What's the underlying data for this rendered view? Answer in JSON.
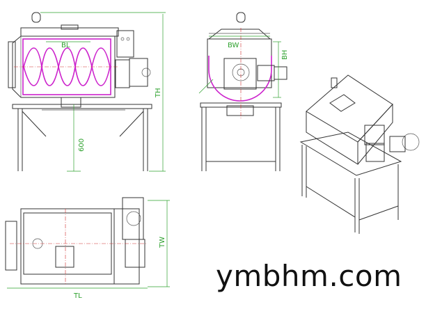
{
  "dimensions": {
    "bl": "BL",
    "th": "TH",
    "leg_height": "600",
    "bw": "BW",
    "bh": "BH",
    "tw": "TW",
    "tl": "TL"
  },
  "watermark": "ymbhm.com",
  "colors": {
    "dimension": "#2ea12e",
    "centerline": "#d03030",
    "ribbon": "#cc22cc",
    "outline": "#333333"
  }
}
